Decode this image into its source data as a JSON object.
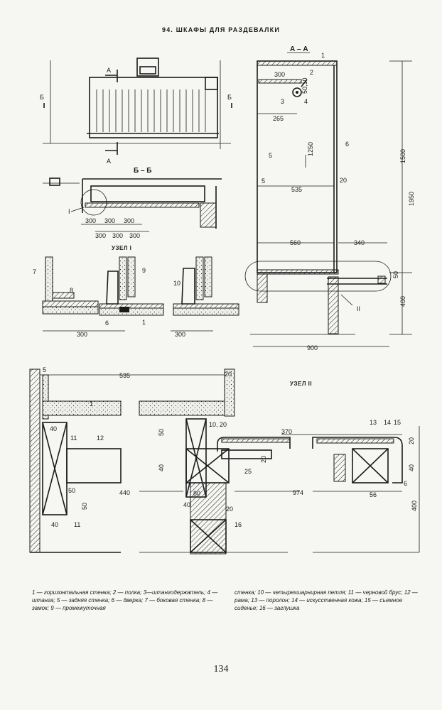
{
  "header": "94. ШКАФЫ ДЛЯ РАЗДЕВАЛКИ",
  "page_number": "134",
  "sections": {
    "aa": "А – А",
    "bb": "Б – Б",
    "node1": "УЗЕЛ  I",
    "node2": "УЗЕЛ  II",
    "cut_a": "А",
    "cut_b": "Б",
    "roman1": "I",
    "roman2": "II"
  },
  "dims": {
    "d300": "300",
    "d265": "265",
    "d1250": "1250",
    "d535": "535",
    "d560": "560",
    "d340": "340",
    "d1500": "1500",
    "d1950": "1950",
    "d400": "400",
    "d50": "50",
    "d900": "900",
    "d50_10": "50,10",
    "d20": "20",
    "d5": "5",
    "d1": "1",
    "d370": "370",
    "d40": "40",
    "d440": "440",
    "d974": "974",
    "d56": "56",
    "d25": "25",
    "d80": "80",
    "d10_20": "10, 20",
    "d6": "6"
  },
  "nums": {
    "n1": "1",
    "n2": "2",
    "n3": "3",
    "n4": "4",
    "n5": "5",
    "n6": "6",
    "n7": "7",
    "n8": "8",
    "n9": "9",
    "n10": "10",
    "n11": "11",
    "n12": "12",
    "n13": "13",
    "n14": "14",
    "n15": "15",
    "n16": "16"
  },
  "legend_left": "1 — горизонтальная стенка; 2 — полка; 3—штангодержатель; 4 — штанга; 5 — задняя стенка; 6 — дверка; 7 — боковая стенка; 8 — замок; 9 — промежуточная",
  "legend_right": "стенка; 10 — четырехшарнирная петля; 11 — черновой брус; 12 — рама; 13 — поролон; 14 — искусственная кожа; 15 — съемное сиденье; 16 — заглушка"
}
